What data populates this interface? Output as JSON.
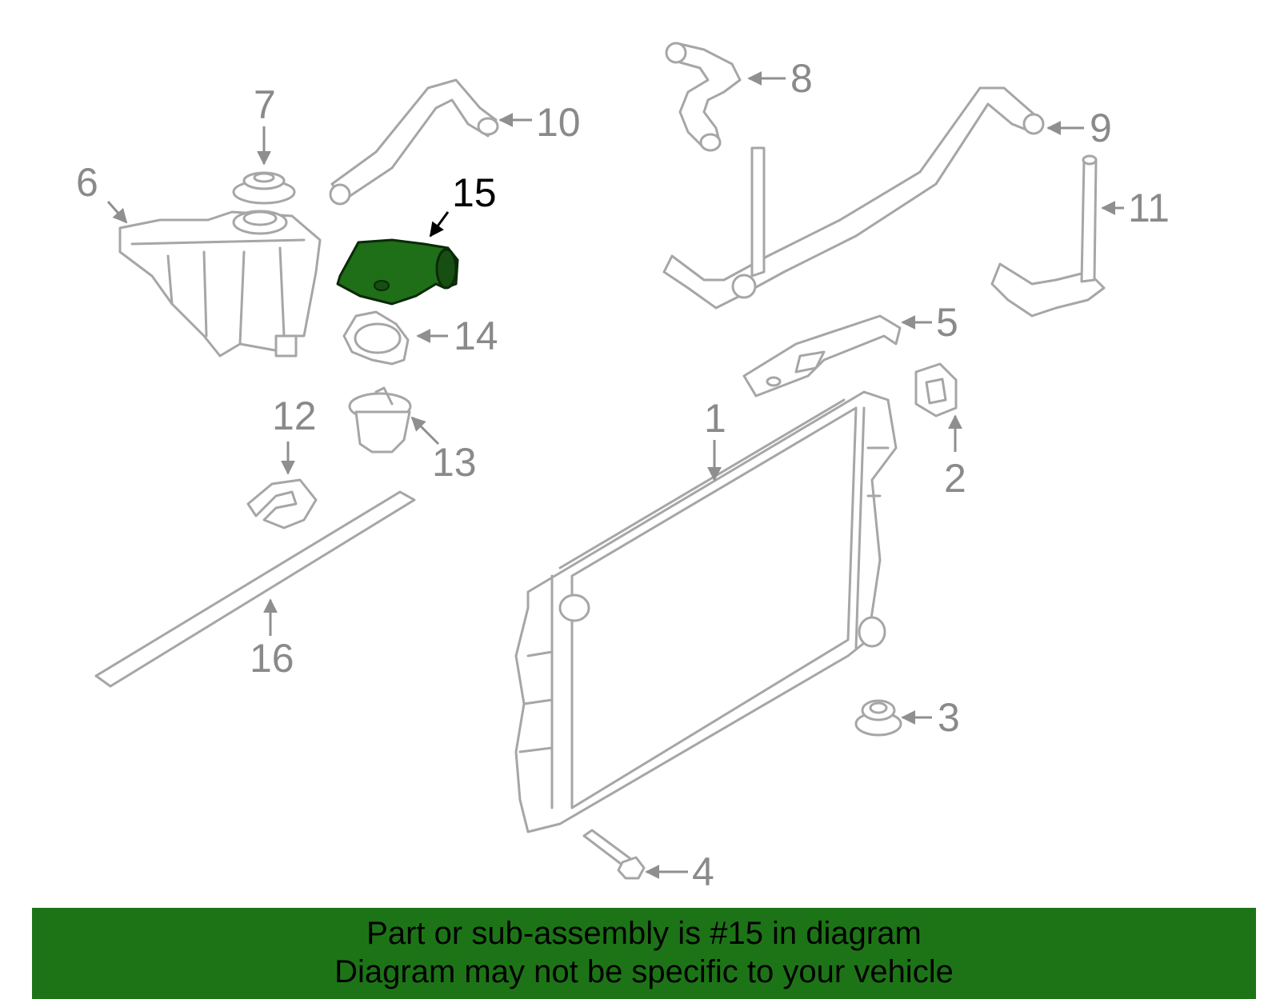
{
  "diagram": {
    "callouts": {
      "c1": "1",
      "c2": "2",
      "c3": "3",
      "c4": "4",
      "c5": "5",
      "c6": "6",
      "c7": "7",
      "c8": "8",
      "c9": "9",
      "c10": "10",
      "c11": "11",
      "c12": "12",
      "c13": "13",
      "c14": "14",
      "c15": "15",
      "c16": "16"
    },
    "highlight_part": "15",
    "colors": {
      "part_stroke": "#a6a6a6",
      "highlight_fill": "#1f6e18",
      "banner_bg": "#1d7417"
    }
  },
  "banner": {
    "line1": "Part or sub-assembly is #15 in diagram",
    "line2": "Diagram may not be specific to your vehicle"
  }
}
